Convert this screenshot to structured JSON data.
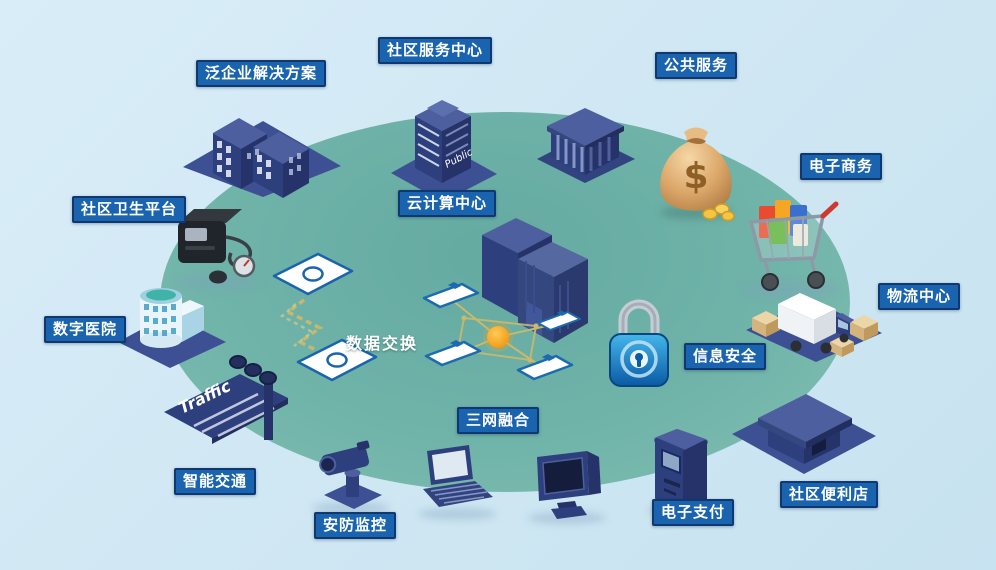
{
  "colors": {
    "background": "#cfe7f3",
    "platform_green": "#6fb3a9",
    "badge_blue": "#1a63ae",
    "badge_border": "#11386e",
    "navy": "#2e3f7e",
    "hub_orange": "#f69d1f",
    "path_tan": "#c9b96a",
    "lock_blue": "#1587cd",
    "money_bag_tan": "#dca86b",
    "label_text": "#ffffff"
  },
  "nodes": [
    {
      "id": "pan-enterprise-solutions",
      "label": "泛企业解决方案",
      "icon": "office-buildings-icon"
    },
    {
      "id": "community-service-center",
      "label": "社区服务中心",
      "icon": "tower-building-icon"
    },
    {
      "id": "public-services",
      "label": "公共服务",
      "icon": "bank-and-money-bag-icon"
    },
    {
      "id": "community-health-platform",
      "label": "社区卫生平台",
      "icon": "blood-pressure-monitor-icon"
    },
    {
      "id": "e-commerce",
      "label": "电子商务",
      "icon": "shopping-cart-icon"
    },
    {
      "id": "cloud-computing-center",
      "label": "云计算中心",
      "icon": "server-towers-icon"
    },
    {
      "id": "digital-hospital",
      "label": "数字医院",
      "icon": "hospital-building-icon"
    },
    {
      "id": "data-exchange",
      "label": "数据交换",
      "icon": "data-cards-icon"
    },
    {
      "id": "logistics-center",
      "label": "物流中心",
      "icon": "delivery-truck-icon"
    },
    {
      "id": "information-security",
      "label": "信息安全",
      "icon": "padlock-icon"
    },
    {
      "id": "triple-network-convergence",
      "label": "三网融合",
      "icon": "network-hub-icon"
    },
    {
      "id": "intelligent-transportation",
      "label": "智能交通",
      "icon": "traffic-sign-icon"
    },
    {
      "id": "security-surveillance",
      "label": "安防监控",
      "icon": "cctv-camera-icon"
    },
    {
      "id": "electronic-payment",
      "label": "电子支付",
      "icon": "atm-kiosk-icon"
    },
    {
      "id": "community-convenience-store",
      "label": "社区便利店",
      "icon": "store-hut-icon"
    }
  ],
  "decorations": {
    "traffic_sign_text": "Traffic",
    "money_bag_symbol": "$",
    "tower_script_text": "Public"
  }
}
